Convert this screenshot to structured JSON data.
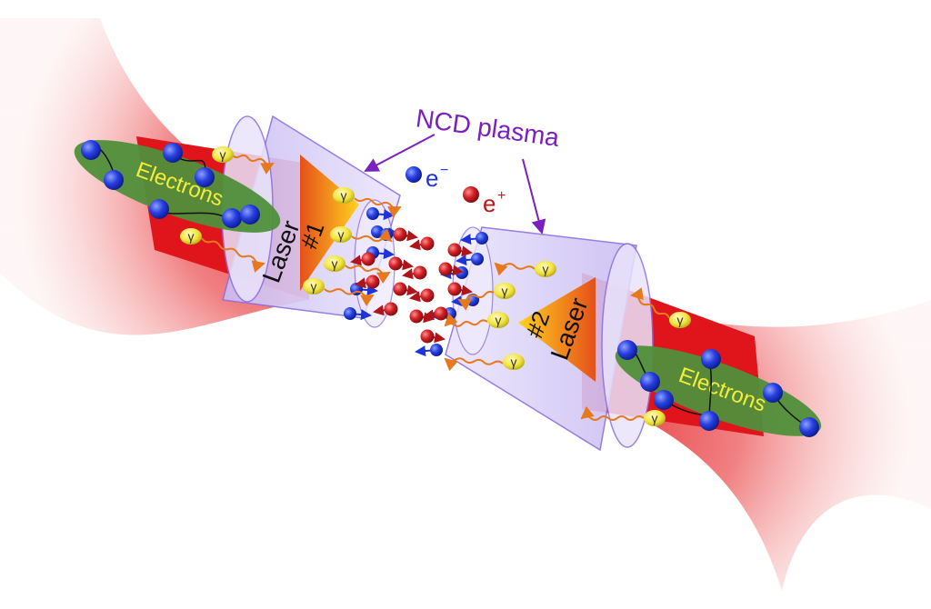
{
  "labels": {
    "plasma": "NCD plasma",
    "electron_symbol": "e",
    "electron_sup": "−",
    "positron_symbol": "e",
    "positron_sup": "+",
    "laser1_word": "Laser",
    "laser1_num": "#1",
    "laser2_word": "Laser",
    "laser2_num": "#2",
    "electrons_left": "Electrons",
    "electrons_right": "Electrons",
    "gamma": "γ"
  },
  "colors": {
    "beam_red": "#e0141b",
    "cone_fill": "#d8cdf6",
    "cone_edge": "#8d6fe0",
    "plasma_text": "#7a1fc0",
    "electron_blue": "#1d35d8",
    "positron_red": "#c0151b",
    "photon_yellow": "#f3e94a",
    "bunch_green": "#4f8f3a",
    "electrons_text": "#f2ee3a",
    "wave_orange": "#e6781e",
    "laser_orange": "#f08a18"
  },
  "icons": [
    "electron-particle-icon",
    "positron-particle-icon",
    "gamma-photon-icon",
    "laser-pulse-icon",
    "arrow-icon"
  ]
}
